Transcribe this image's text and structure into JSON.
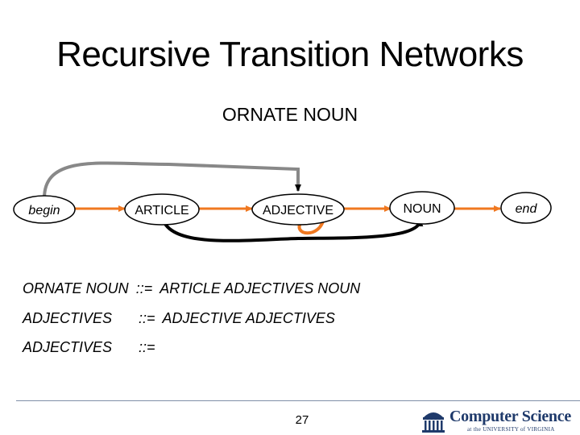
{
  "slide": {
    "title": "Recursive Transition Networks",
    "subtitle": "ORNATE NOUN",
    "page_number": "27"
  },
  "network": {
    "nodes": {
      "begin": "begin",
      "article": "ARTICLE",
      "adjective": "ADJECTIVE",
      "noun": "NOUN",
      "end": "end"
    }
  },
  "rules": [
    {
      "lhs": "ORNATE NOUN",
      "op": "::=",
      "rhs": "ARTICLE ADJECTIVES NOUN"
    },
    {
      "lhs": "ADJECTIVES",
      "op": "::=",
      "rhs": "ADJECTIVE ADJECTIVES"
    },
    {
      "lhs": "ADJECTIVES",
      "op": "::=",
      "rhs": ""
    }
  ],
  "footer": {
    "logo_main": "Computer Science",
    "logo_sub": "at the UNIVERSITY of VIRGINIA"
  },
  "colors": {
    "node_fill": "#ffffff",
    "node_stroke": "#000000",
    "arrow_black": "#000000",
    "arrow_orange": "#f07820",
    "arc_gray": "#888888",
    "logo_blue": "#1f3a6b"
  }
}
